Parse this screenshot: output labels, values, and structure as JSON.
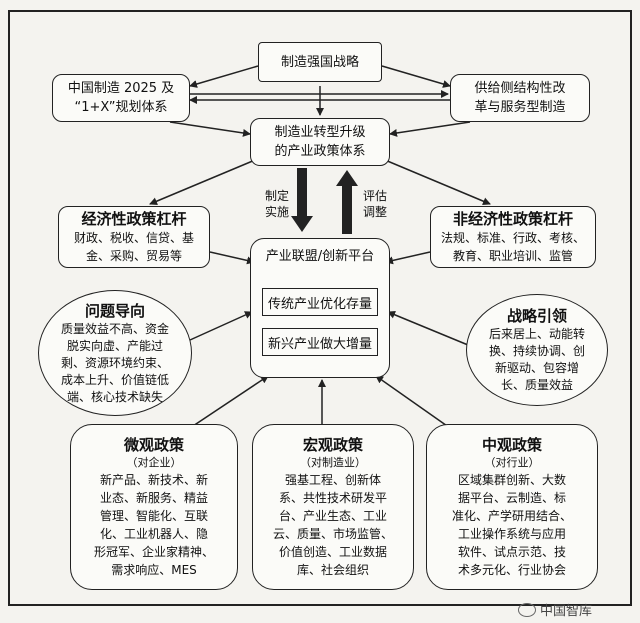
{
  "nodes": {
    "strategy": "制造强国战略",
    "made_in_china_line1": "中国制造 2025 及",
    "made_in_china_line2": "“1+X”规划体系",
    "supply_side_line1": "供给侧结构性改",
    "supply_side_line2": "革与服务型制造",
    "policy_system_line1": "制造业转型升级",
    "policy_system_line2": "的产业政策体系",
    "economic": {
      "title": "经济性政策杠杆",
      "line1": "财政、税收、信贷、基",
      "line2": "金、采购、贸易等"
    },
    "non_economic": {
      "title": "非经济性政策杠杆",
      "line1": "法规、标准、行政、考核、",
      "line2": "教育、职业培训、监管"
    },
    "platform": {
      "title": "产业联盟/创新平台",
      "stock": "传统产业优化存量",
      "increment": "新兴产业做大增量"
    },
    "problem": {
      "title": "问题导向",
      "lines": [
        "质量效益不高、资金",
        "脱实向虚、产能过",
        "剩、资源环境约束、",
        "成本上升、价值链低",
        "端、核心技术缺失"
      ]
    },
    "strategic": {
      "title": "战略引领",
      "lines": [
        "后来居上、动能转",
        "换、持续协调、创",
        "新驱动、包容增",
        "长、质量效益"
      ]
    },
    "micro": {
      "title": "微观政策",
      "sub": "（对企业）",
      "lines": [
        "新产品、新技术、新",
        "业态、新服务、精益",
        "管理、智能化、互联",
        "化、工业机器人、隐",
        "形冠军、企业家精神、",
        "需求响应、MES"
      ]
    },
    "macro": {
      "title": "宏观政策",
      "sub": "（对制造业）",
      "lines": [
        "强基工程、创新体",
        "系、共性技术研发平",
        "台、产业生态、工业",
        "云、质量、市场监管、",
        "价值创造、工业数据",
        "库、社会组织"
      ]
    },
    "meso": {
      "title": "中观政策",
      "sub": "（对行业）",
      "lines": [
        "区域集群创新、大数",
        "据平台、云制造、标",
        "准化、产学研用结合、",
        "工业操作系统与应用",
        "软件、试点示范、技",
        "术多元化、行业协会"
      ]
    }
  },
  "labels": {
    "implement_line1": "制定",
    "implement_line2": "实施",
    "evaluate_line1": "评估",
    "evaluate_line2": "调整"
  },
  "watermark": "中国智库"
}
